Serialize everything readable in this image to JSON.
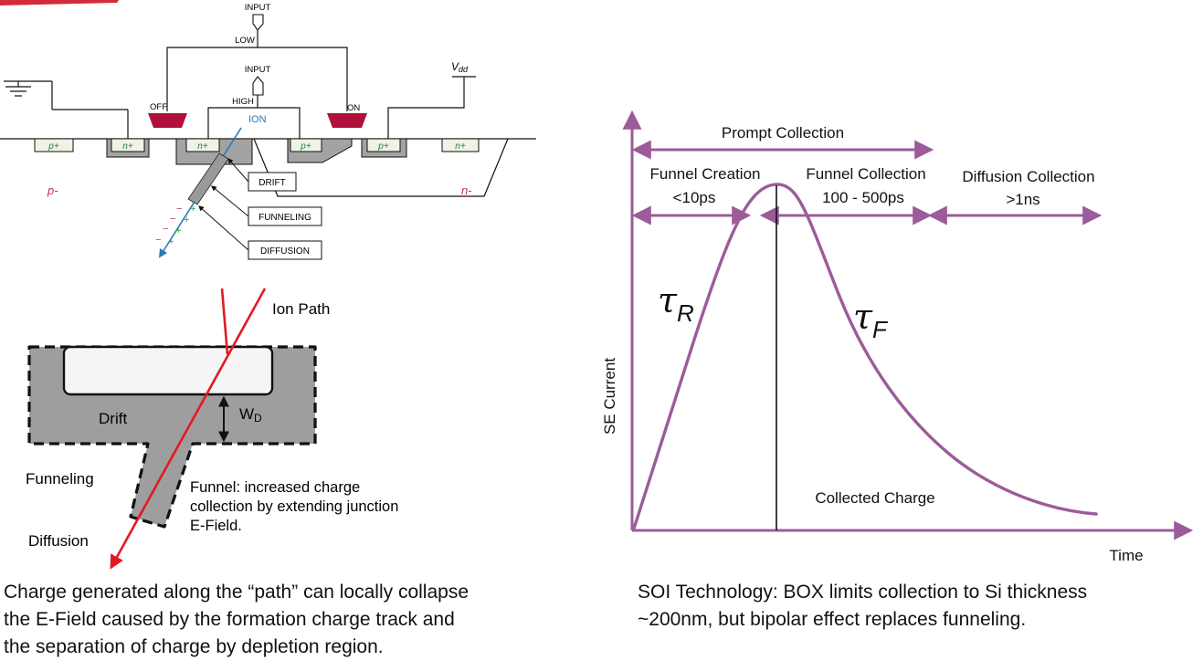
{
  "circuit": {
    "input_low_label": "INPUT",
    "low_label": "LOW",
    "input_high_label": "INPUT",
    "high_label": "HIGH",
    "off_label": "OFF",
    "on_label": "ON",
    "vdd_label": "V",
    "vdd_sub": "dd",
    "ion_label": "ION",
    "p_plus": "p+",
    "n_plus": "n+",
    "p_minus": "p-",
    "n_minus": "n-",
    "drift_label": "DRIFT",
    "funneling_label": "FUNNELING",
    "diffusion_label": "DIFFUSION",
    "minus_sign": "−",
    "plus_sign": "+"
  },
  "funnel_diagram": {
    "ion_path": "Ion Path",
    "drift": "Drift",
    "wd": "W",
    "wd_sub": "D",
    "funneling": "Funneling",
    "diffusion": "Diffusion",
    "funnel_note_1": "Funnel: increased charge",
    "funnel_note_2": "collection by extending junction",
    "funnel_note_3": "E-Field."
  },
  "chart": {
    "prompt_collection": "Prompt Collection",
    "funnel_creation": "Funnel Creation",
    "funnel_creation_time": "<10ps",
    "funnel_collection": "Funnel Collection",
    "funnel_collection_time": "100 - 500ps",
    "diffusion_collection": "Diffusion Collection",
    "diffusion_collection_time": ">1ns",
    "tau": "τ",
    "tau_r_sub": "R",
    "tau_f_sub": "F",
    "ylabel": "SE Current",
    "xlabel": "Time",
    "collected_charge": "Collected Charge",
    "curve_color": "#9b5c99"
  },
  "captions": {
    "left": [
      "Charge generated along the “path” can locally collapse",
      "the E-Field caused by the formation charge track and",
      "the separation of charge by depletion region."
    ],
    "right": [
      "SOI Technology: BOX limits collection to Si thickness",
      "~200nm, but bipolar effect replaces funneling."
    ]
  },
  "colors": {
    "gate_red": "#b0103a",
    "ion_blue": "#2a7ab8",
    "track_red": "#e11a22",
    "minus_red": "#c0306a",
    "plus_green": "#3aa04a",
    "curve_purple": "#9b5c99",
    "gray_fill": "#a3a3a3"
  }
}
